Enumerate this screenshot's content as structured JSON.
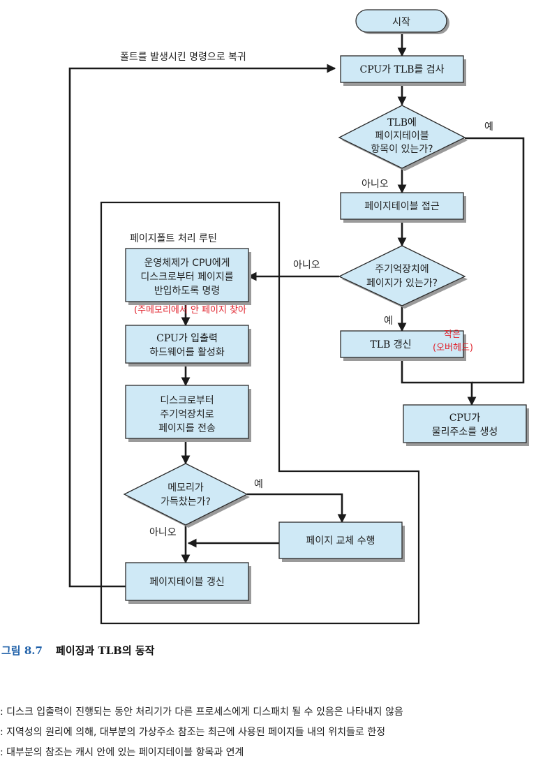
{
  "nodes": {
    "start": "시작",
    "tlb_check": "CPU가 TLB를 검사",
    "tlb_decision": [
      "TLB에",
      "페이지테이블",
      "항목이 있는가?"
    ],
    "pt_access": "페이지테이블 접근",
    "mem_decision": [
      "주기억장치에",
      "페이지가 있는가?"
    ],
    "tlb_update": "TLB 갱신",
    "phys_addr": [
      "CPU가",
      "물리주소를 생성"
    ],
    "os_request": [
      "운영체제가 CPU에게",
      "디스크로부터 페이지를",
      "반입하도록 명령"
    ],
    "io_activate": [
      "CPU가 입출력",
      "하드웨어를 활성화"
    ],
    "transfer": [
      "디스크로부터",
      "주기억장치로",
      "페이지를 전송"
    ],
    "mem_full": [
      "메모리가",
      "가득찼는가?"
    ],
    "replace": "페이지 교체 수행",
    "pt_update": "페이지테이블 갱신"
  },
  "labels": {
    "return_to_instr": "폴트를 발생시킨 명령으로 복귀",
    "yes_tlb": "예",
    "no_tlb": "아니오",
    "no_mem": "아니오",
    "yes_mem": "예",
    "yes_full": "예",
    "no_full": "아니오",
    "routine_title": "페이지폴트 처리 루틴"
  },
  "annotations": {
    "red_note_1": "(주메모리에서 안 페이지 찾아",
    "red_note_2": "작은",
    "red_note_3": "(오버헤드)"
  },
  "caption": {
    "number": "그림 8.7",
    "title": "페이징과 TLB의 동작"
  },
  "notes": [
    ": 디스크 입출력이 진행되는 동안 처리기가 다른 프로세스에게 디스패치 될 수 있음은 나타내지 않음",
    ": 지역성의 원리에 의해, 대부분의 가상주소 참조는 최근에 사용된 페이지들 내의 위치들로 한정",
    ": 대부분의 참조는 캐시 안에 있는 페이지테이블 항목과 연계"
  ],
  "colors": {
    "box_fill": "#cfe9f6",
    "line": "#1a1a1a",
    "annotation": "#e0202a",
    "caption_number": "#1d5fa8"
  }
}
